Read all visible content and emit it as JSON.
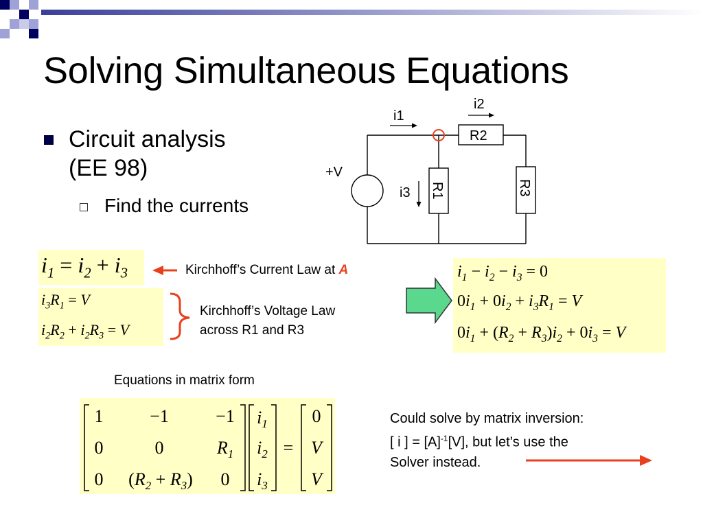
{
  "slide": {
    "title": "Solving Simultaneous Equations",
    "bullet1": "Circuit analysis",
    "bullet1b": "(EE 98)",
    "bullet2": "Find the currents"
  },
  "circuit": {
    "voltage": "+V",
    "r1": "R1",
    "r2": "R2",
    "r3": "R3",
    "i1": "i1",
    "i2": "i2",
    "i3": "i3"
  },
  "labels": {
    "kcl_prefix": "Kirchhoff’s Current Law at ",
    "kcl_node": "A",
    "kvl_line1": "Kirchhoff’s Voltage Law",
    "kvl_line2": "across R1 and R3",
    "matrix_caption": "Equations in matrix form",
    "note_line1": "Could solve by matrix inversion:",
    "note_line2a": "[ i ] = [A]",
    "note_sup": "-1",
    "note_line2b": "[V], but let’s use the",
    "note_line3": "Solver instead."
  },
  "matrix": {
    "A": [
      [
        "1",
        "−1",
        "−1"
      ],
      [
        "0",
        "0",
        "R1"
      ],
      [
        "0",
        "(R2 + R3)",
        "0"
      ]
    ],
    "x": [
      "i1",
      "i2",
      "i3"
    ],
    "b": [
      "0",
      "V",
      "V"
    ]
  },
  "colors": {
    "accent_red": "#e8401c",
    "eq_bg": "#ffffc6",
    "arrow_green": "#5ad98e",
    "bullet": "#000046"
  }
}
